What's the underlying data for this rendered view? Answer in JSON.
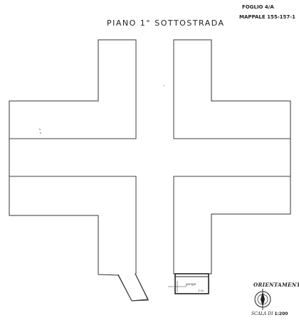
{
  "header": {
    "foglio": "FOGLIO 4/A",
    "mappale": "MAPPALE 155-157-1"
  },
  "title": "PIANO 1° SOTTOSTRADA",
  "garage": {
    "label": "garage",
    "dimension": "3.3×",
    "room_count": 1
  },
  "legend": {
    "orientation": "ORIENTAMENTO",
    "scale_prefix": "SCALA DI ",
    "scale_value": "1:200"
  },
  "style": {
    "line_color": "#333333",
    "paper_color": "#ffffff"
  }
}
